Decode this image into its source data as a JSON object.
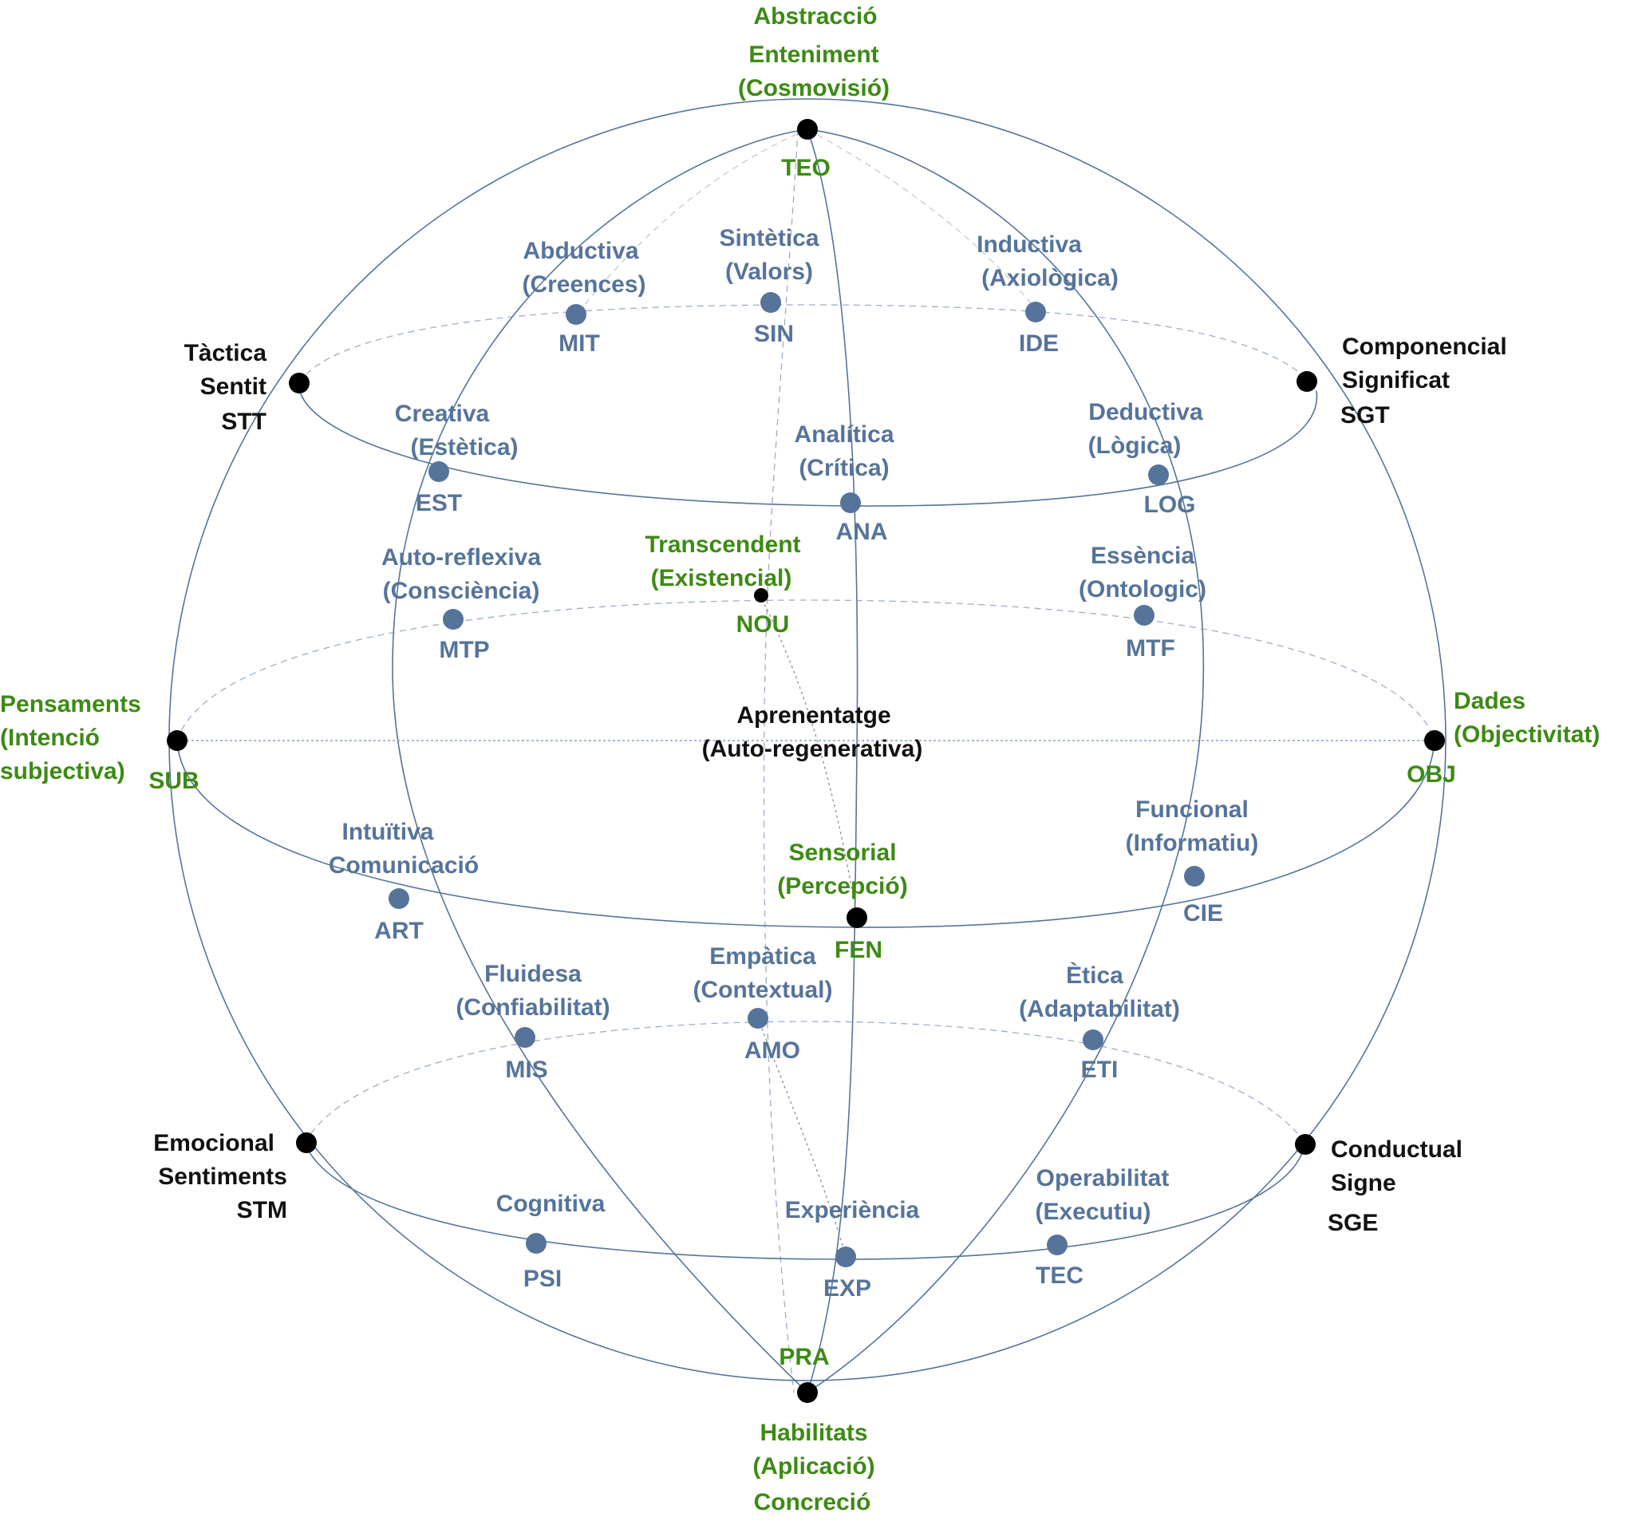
{
  "colors": {
    "blue": "#56749a",
    "green": "#3d8a14",
    "black": "#111111",
    "wire": "#56749a"
  },
  "poles": {
    "top": {
      "lines": [
        "Abstracció",
        "Enteniment",
        "(Cosmovisió)"
      ],
      "code": "TEO"
    },
    "bottom": {
      "lines": [
        "Habilitats",
        "(Aplicació)",
        "Concreció"
      ],
      "code": "PRA"
    },
    "left": {
      "lines": [
        "Pensaments",
        "(Intenció",
        "subjectiva)"
      ],
      "code": "SUB"
    },
    "right": {
      "lines": [
        "Dades",
        "(Objectivitat)"
      ],
      "code": "OBJ"
    },
    "center_top": {
      "lines": [
        "Transcendent",
        "(Existencial)"
      ],
      "code": "NOU"
    },
    "center_front": {
      "lines": [
        "Sensorial",
        "(Percepció)"
      ],
      "code": "FEN"
    },
    "center": {
      "lines": [
        "Aprenentatge",
        "(Auto-regenerativa)"
      ]
    }
  },
  "corners": {
    "top_left": {
      "lines": [
        "Tàctica",
        "Sentit"
      ],
      "code": "STT"
    },
    "top_right": {
      "lines": [
        "Componencial",
        "Significat"
      ],
      "code": "SGT"
    },
    "bottom_left": {
      "lines": [
        "Emocional",
        "Sentiments"
      ],
      "code": "STM"
    },
    "bottom_right": {
      "lines": [
        "Conductual",
        "Signe"
      ],
      "code": "SGE"
    }
  },
  "nodes": {
    "mit": {
      "lines": [
        "Abductiva",
        "(Creences)"
      ],
      "code": "MIT"
    },
    "sin": {
      "lines": [
        "Sintètica",
        "(Valors)"
      ],
      "code": "SIN"
    },
    "ide": {
      "lines": [
        "Inductiva",
        "(Axiològica)"
      ],
      "code": "IDE"
    },
    "est": {
      "lines": [
        "Creativa",
        "(Estètica)"
      ],
      "code": "EST"
    },
    "ana": {
      "lines": [
        "Analítica",
        "(Crítica)"
      ],
      "code": "ANA"
    },
    "log": {
      "lines": [
        "Deductiva",
        "(Lògica)"
      ],
      "code": "LOG"
    },
    "mtp": {
      "lines": [
        "Auto-reflexiva",
        "(Consciència)"
      ],
      "code": "MTP"
    },
    "mtf": {
      "lines": [
        "Essència",
        "(Ontologic)"
      ],
      "code": "MTF"
    },
    "art": {
      "lines": [
        "Intuïtiva",
        "Comunicació"
      ],
      "code": "ART"
    },
    "cie": {
      "lines": [
        "Funcional",
        "(Informatiu)"
      ],
      "code": "CIE"
    },
    "mis": {
      "lines": [
        "Fluidesa",
        "(Confiabilitat)"
      ],
      "code": "MIS"
    },
    "amo": {
      "lines": [
        "Empàtica",
        "(Contextual)"
      ],
      "code": "AMO"
    },
    "eti": {
      "lines": [
        "Ètica",
        "(Adaptabilitat)"
      ],
      "code": "ETI"
    },
    "psi": {
      "lines": [
        "Cognitiva"
      ],
      "code": "PSI"
    },
    "exp": {
      "lines": [
        "Experiència"
      ],
      "code": "EXP"
    },
    "tec": {
      "lines": [
        "Operabilitat",
        "(Executiu)"
      ],
      "code": "TEC"
    }
  }
}
